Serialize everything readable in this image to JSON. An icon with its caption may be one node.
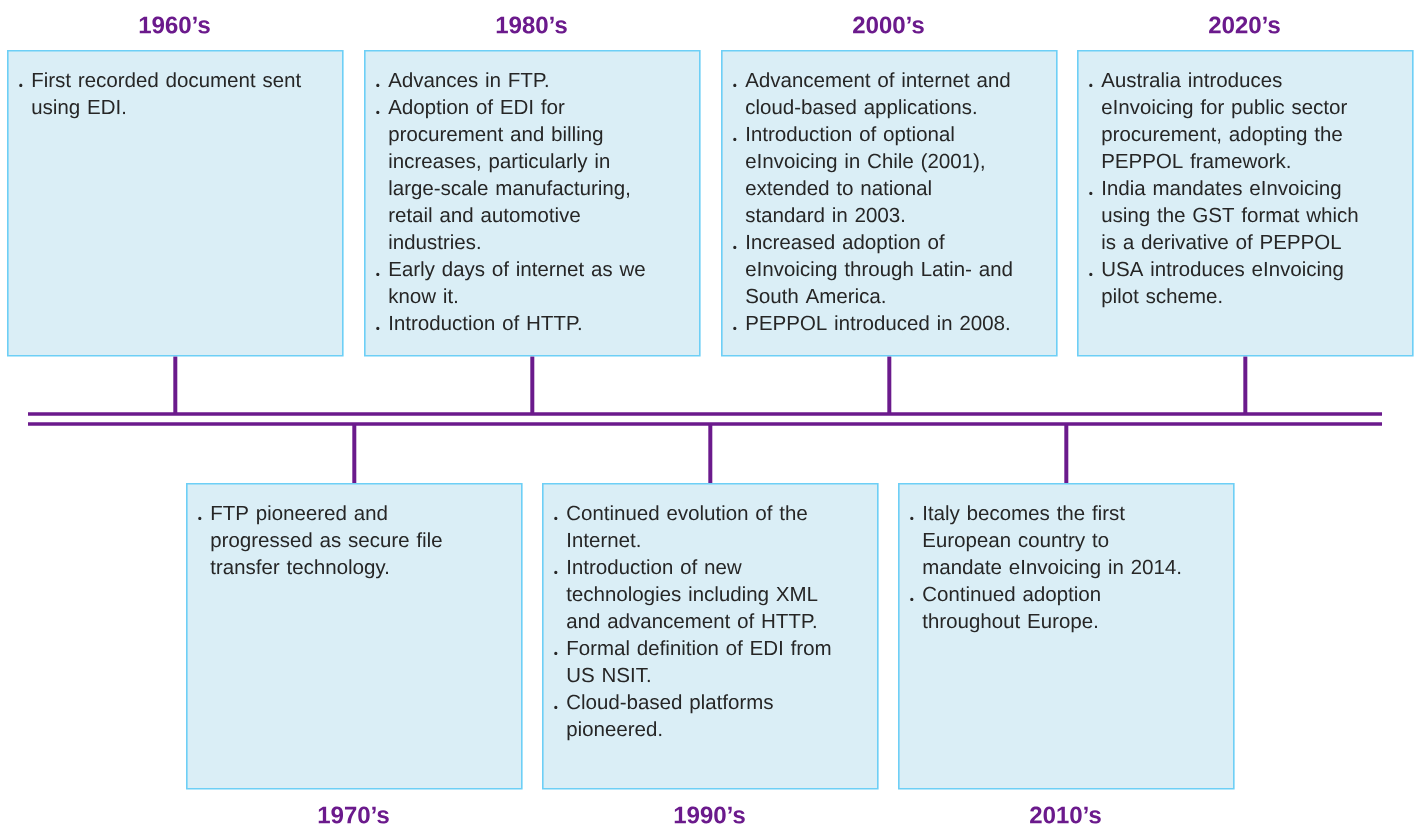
{
  "diagram": {
    "nodes": [
      {
        "text": [
          "1960’s",
          "First recorded document sent using EDI."
        ]
      },
      {
        "text": [
          "1980’s",
          "Advances in FTP.",
          "Adoption of EDI for procurement and billing increases, particularly in large-scale manufacturing, retail and automotive industries.",
          "Early days of internet as we know it.",
          "Introduction of HTTP."
        ]
      },
      {
        "text": [
          "2000’s",
          "Advancement of internet and cloud-based applications.",
          "Introduction of optional eInvoicing in Chile (2001), extended to national standard in 2003.",
          "Increased adoption of eInvoicing through Latin- and South America.",
          "PEPPOL introduced in 2008."
        ]
      },
      {
        "text": [
          "2020’s",
          "Australia introduces eInvoicing for public sector procurement, adopting the PEPPOL framework.",
          "India mandates eInvoicing using the GST format which is a derivative of PEPPOL",
          "USA introduces eInvoicing pilot scheme."
        ]
      },
      {
        "text": [],
        "shape": "bar"
      },
      {
        "text": [
          "FTP pioneered and progressed as secure file transfer technology.",
          "1970’s"
        ]
      },
      {
        "text": [
          "Continued evolution of the Internet.",
          "Introduction of new technologies including XML and advancement of HTTP.",
          "Formal definition of EDI from US NSIT.",
          "Cloud-based platforms pioneered.",
          "1990’s"
        ]
      },
      {
        "text": [
          "Italy becomes the first European country to mandate eInvoicing in 2014.",
          "Continued adoption throughout Europe.",
          "2010’s"
        ]
      }
    ],
    "edges": [
      {
        "from": 0,
        "to": 4,
        "arrow": "none"
      },
      {
        "from": 1,
        "to": 4,
        "arrow": "none"
      },
      {
        "from": 2,
        "to": 4,
        "arrow": "none"
      },
      {
        "from": 3,
        "to": 4,
        "arrow": "none"
      },
      {
        "from": 5,
        "to": 4,
        "arrow": "none"
      },
      {
        "from": 6,
        "to": 4,
        "arrow": "none"
      },
      {
        "from": 7,
        "to": 4,
        "arrow": "none"
      }
    ]
  }
}
